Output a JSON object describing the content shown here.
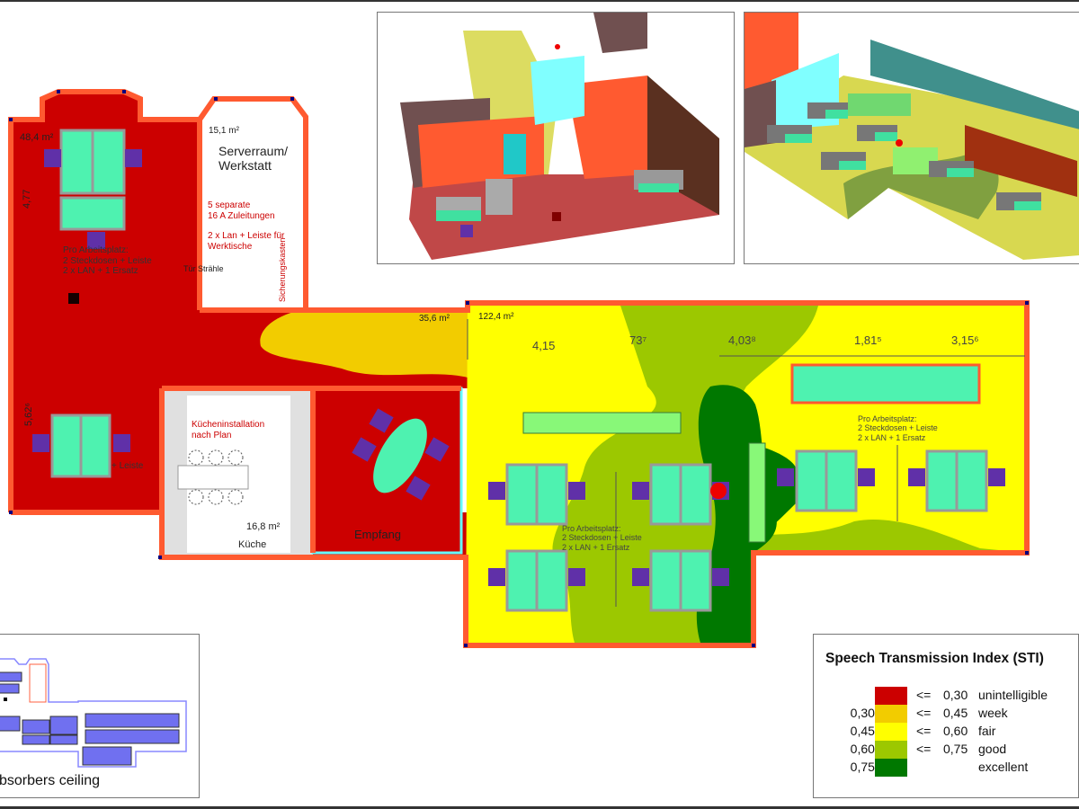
{
  "plan": {
    "rooms": [
      {
        "id": "office-left",
        "area": "48,4 m²",
        "color": "#cc0000"
      },
      {
        "id": "server",
        "area": "15,1 m²",
        "name_line1": "Serverraum/",
        "name_line2": "Werkstatt"
      },
      {
        "id": "corridor",
        "area": "35,6 m²"
      },
      {
        "id": "open-office",
        "area": "122,4 m²"
      },
      {
        "id": "kitchen",
        "area": "16,8 m²",
        "name": "Küche"
      },
      {
        "id": "reception",
        "name": "Empfang"
      }
    ],
    "dimensions": {
      "left_top_vertical": "4,77",
      "left_bottom_vertical": "5,62⁶",
      "open_office_1": "4,15",
      "open_office_2": "73⁷",
      "open_office_3": "4,03⁸",
      "open_office_4": "1,81⁵",
      "open_office_5": "3,15⁶"
    },
    "annotations": {
      "workplace_line1": "Pro Arbeitsplatz:",
      "workplace_line2": "2 Steckdosen + Leiste",
      "workplace_line3": "2 x LAN + 1 Ersatz",
      "left_partial": "+ Leiste",
      "left_partial2": "atz",
      "door_label": "Tür Strähle",
      "server_note1": "5 separate",
      "server_note2": "16 A Zuleitungen",
      "server_note3": "2 x Lan + Leiste für",
      "server_note4": "Werktische",
      "fuse_box": "Sicherungskasten",
      "kitchen_note1": "Kücheninstallation",
      "kitchen_note2": "nach Plan"
    },
    "colors": {
      "wall": "#ff5a30",
      "desk": "#4ef2b0",
      "chair": "#6030a8",
      "partition": "#88f878",
      "sti_unintelligible": "#cc0000",
      "sti_weak": "#f2cc00",
      "sti_fair": "#ffff00",
      "sti_good": "#9cc800",
      "sti_excellent": "#007800"
    }
  },
  "inset": {
    "caption": "bsorbers ceiling"
  },
  "legend": {
    "title": "Speech Transmission Index (STI)",
    "rows": [
      {
        "low": "",
        "le": "<=",
        "high": "0,30",
        "label": "unintelligible",
        "color": "#cc0000"
      },
      {
        "low": "0,30 <",
        "le": "<=",
        "high": "0,45",
        "label": "week",
        "color": "#f2cc00"
      },
      {
        "low": "0,45 <",
        "le": "<=",
        "high": "0,60",
        "label": "fair",
        "color": "#ffff00"
      },
      {
        "low": "0,60 <",
        "le": "<=",
        "high": "0,75",
        "label": "good",
        "color": "#9cc800"
      },
      {
        "low": "0,75 <",
        "le": "",
        "high": "",
        "label": "excellent",
        "color": "#007800"
      }
    ]
  },
  "views3d": [
    {
      "id": "3d-view-left"
    },
    {
      "id": "3d-view-right"
    }
  ]
}
